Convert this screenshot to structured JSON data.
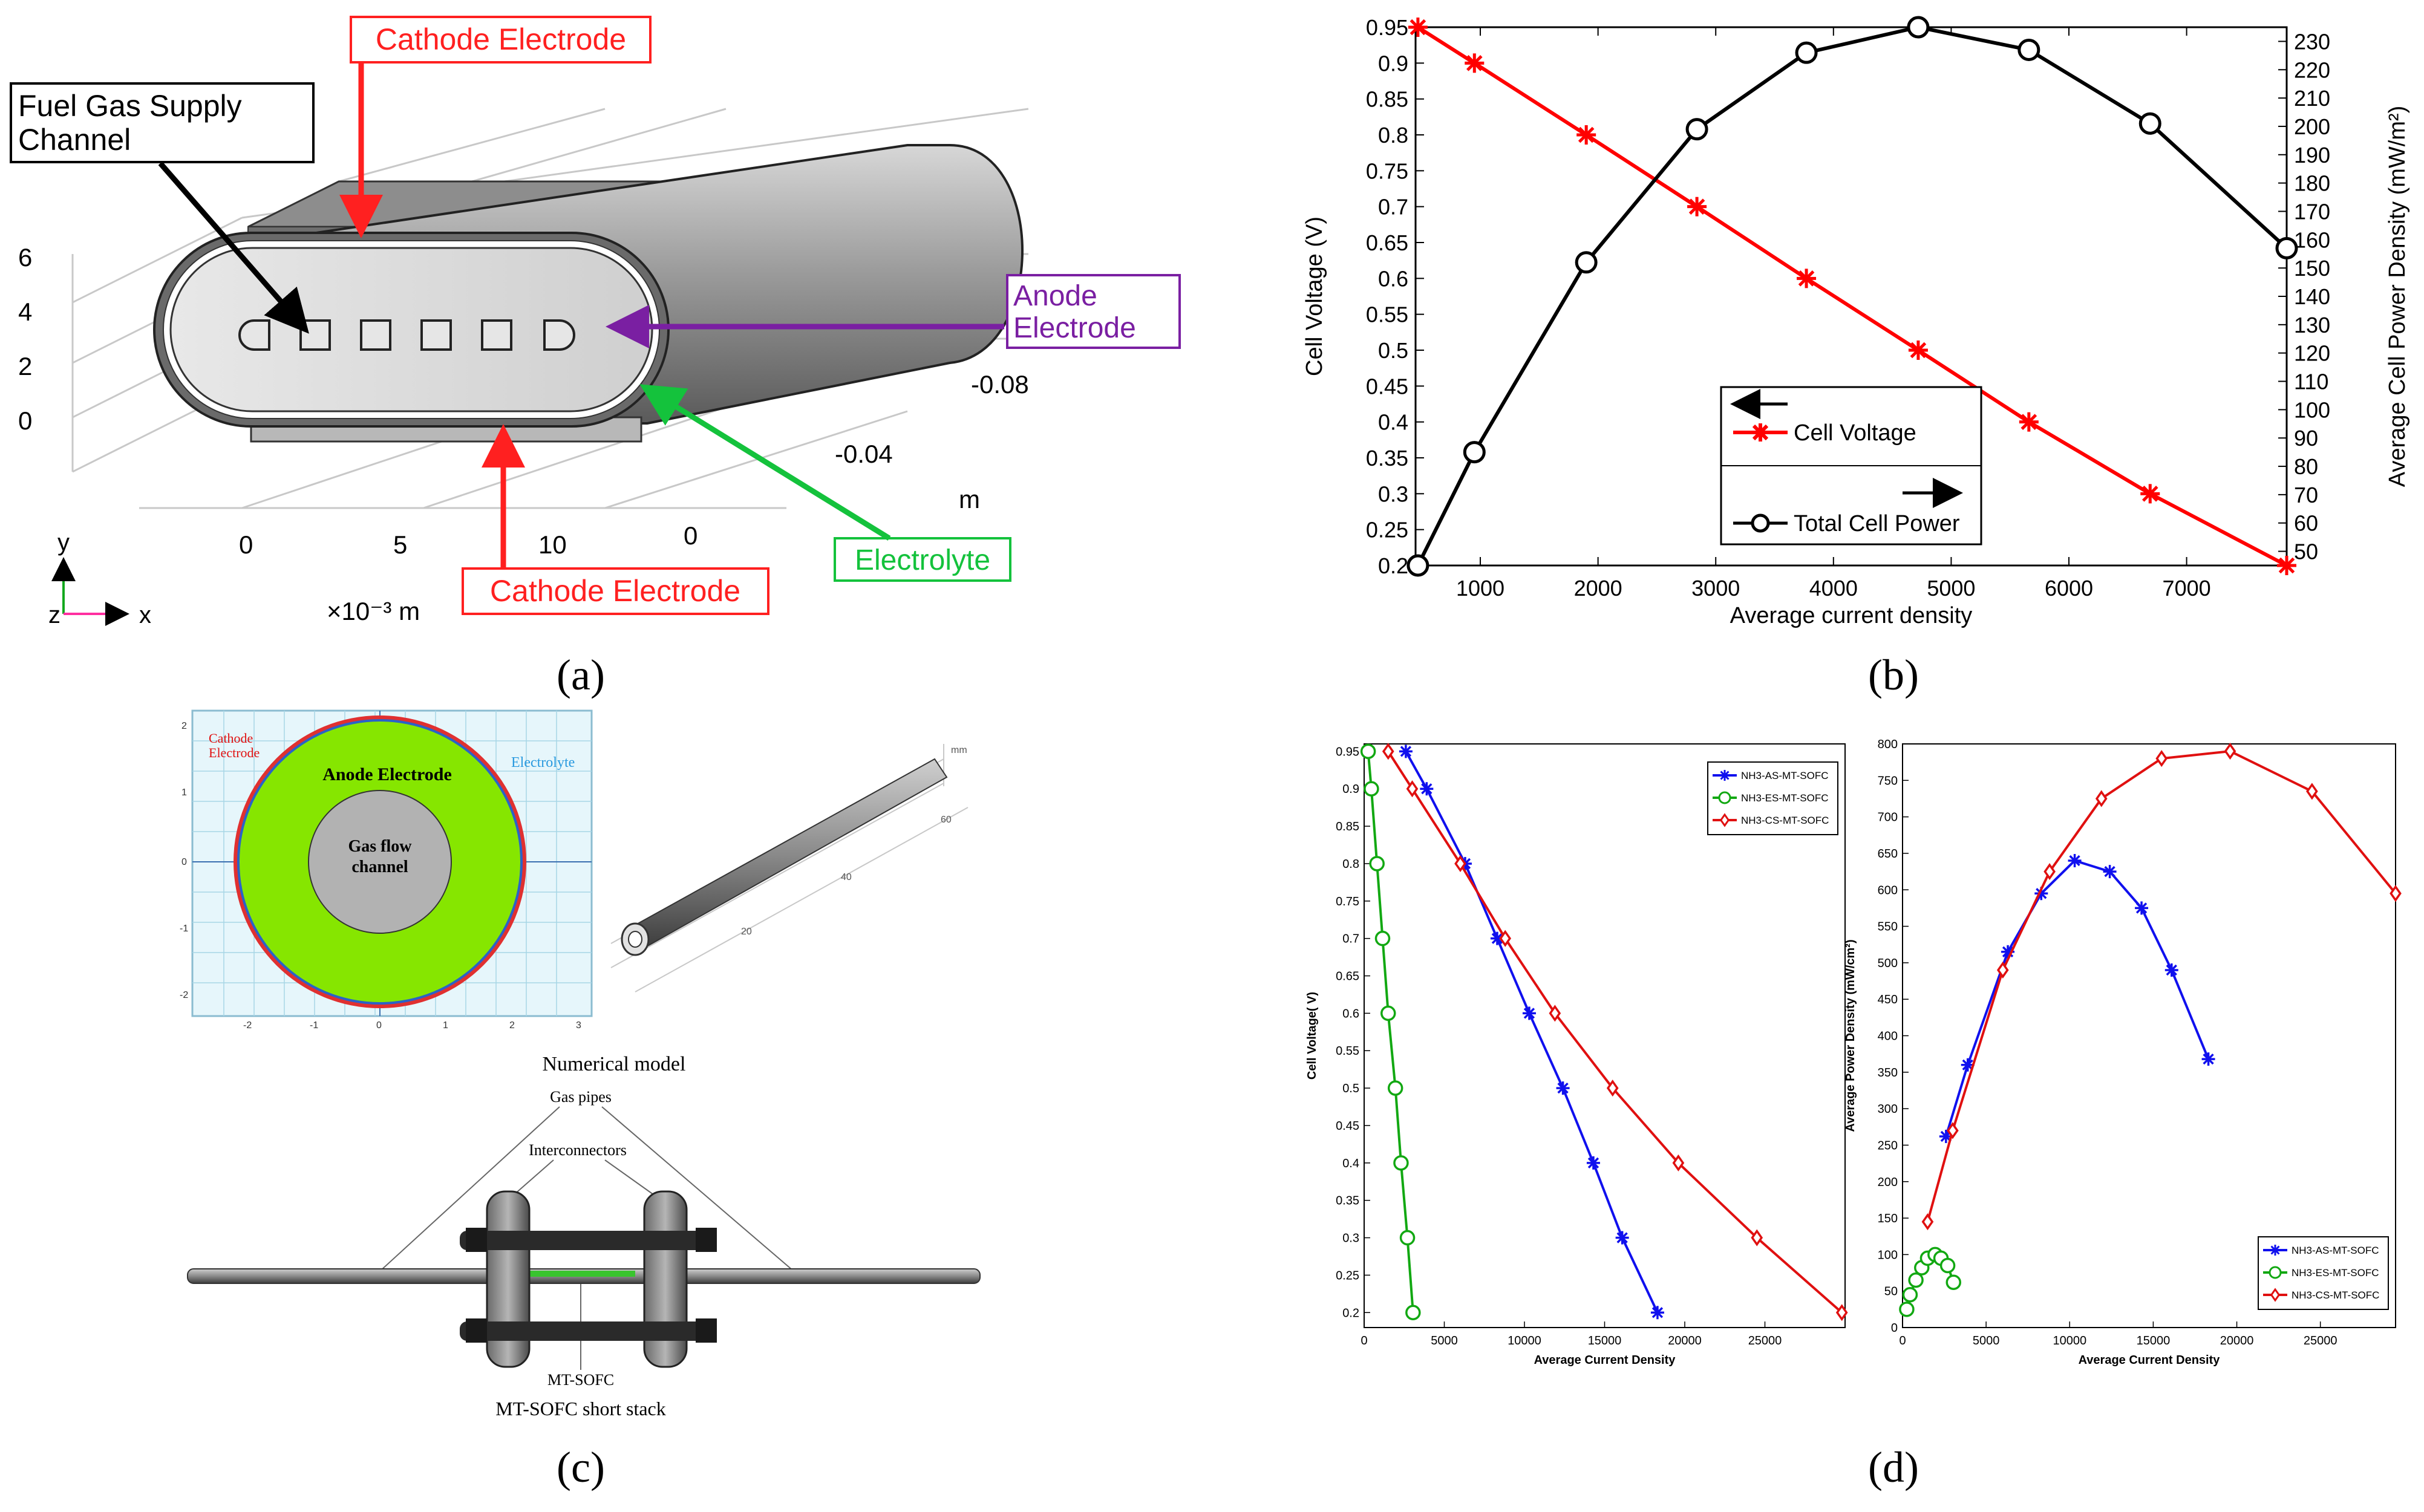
{
  "panel_a": {
    "caption": "(a)",
    "label_cathode_top": "Cathode Electrode",
    "label_fuel_line1": "Fuel Gas Supply",
    "label_fuel_line2": "Channel",
    "label_anode_line1": "Anode",
    "label_anode_line2": "Electrode",
    "label_electrolyte": "Electrolyte",
    "label_cathode_bottom": "Cathode Electrode",
    "z_ticks": [
      "6",
      "4",
      "2",
      "0"
    ],
    "x_ticks": [
      "0",
      "5",
      "10"
    ],
    "y_depth_ticks": [
      "0",
      "-0.04",
      "-0.08"
    ],
    "unit_m": "m",
    "unit_x": "×10⁻³ m",
    "axis_y": "y",
    "axis_z": "z",
    "axis_x": "x",
    "colors": {
      "cathode": "#ff2020",
      "anode": "#7a1fa2",
      "electrolyte": "#14c23c"
    }
  },
  "panel_b": {
    "caption": "(b)",
    "legend_voltage": "Cell Voltage",
    "legend_power": "Total Cell Power"
  },
  "panel_c": {
    "caption": "(c)",
    "cathode_line1": "Cathode",
    "cathode_line2": "Electrode",
    "anode_label": "Anode Electrode",
    "electrolyte_label": "Electrolyte",
    "gas_line1": "Gas flow",
    "gas_line2": "channel",
    "numerical_model": "Numerical model",
    "gas_pipes": "Gas pipes",
    "interconnectors": "Interconnectors",
    "mtsofc": "MT-SOFC",
    "short_stack": "MT-SOFC short stack",
    "xs_ticks": [
      "-2",
      "-1",
      "0",
      "1",
      "2",
      "3"
    ],
    "ys_ticks": [
      "2",
      "1",
      "0",
      "-1",
      "-2"
    ],
    "tube_ticks": [
      "20",
      "40",
      "60"
    ],
    "unit_mm": "mm"
  },
  "panel_d": {
    "caption": "(d)"
  },
  "chart_data": [
    {
      "type": "line",
      "panel": "b",
      "xlabel": "Average current density",
      "ylabel": "Cell Voltage (V)",
      "ylabel_right": "Average Cell Power Density (mW/m²)",
      "xlim": [
        450,
        7850
      ],
      "ylim": [
        0.2,
        0.95
      ],
      "ylim_right": [
        45,
        235
      ],
      "x_ticks": [
        1000,
        2000,
        3000,
        4000,
        5000,
        6000,
        7000
      ],
      "y_ticks": [
        "0.2",
        "0.25",
        "0.3",
        "0.35",
        "0.4",
        "0.45",
        "0.5",
        "0.55",
        "0.6",
        "0.65",
        "0.7",
        "0.75",
        "0.8",
        "0.85",
        "0.9",
        "0.95"
      ],
      "y_right_ticks": [
        "50",
        "60",
        "70",
        "80",
        "90",
        "100",
        "110",
        "120",
        "130",
        "140",
        "150",
        "160",
        "170",
        "180",
        "190",
        "200",
        "210",
        "220",
        "230"
      ],
      "legend": "center",
      "series": [
        {
          "name": "Cell Voltage",
          "axis": "left",
          "color": "#ff0000",
          "marker": "asterisk",
          "x": [
            470,
            950,
            1900,
            2840,
            3770,
            4720,
            5660,
            6690,
            7850
          ],
          "y": [
            0.95,
            0.9,
            0.8,
            0.7,
            0.6,
            0.5,
            0.4,
            0.3,
            0.2
          ]
        },
        {
          "name": "Total Cell Power",
          "axis": "right",
          "color": "#000000",
          "marker": "circle",
          "x": [
            470,
            950,
            1900,
            2840,
            3770,
            4720,
            5660,
            6690,
            7850
          ],
          "y": [
            45,
            85,
            152,
            199,
            226,
            235,
            227,
            201,
            157
          ]
        }
      ]
    },
    {
      "type": "line",
      "panel": "d-left",
      "xlabel": "Average Current Density",
      "ylabel": "Cell Voltage( V)",
      "xlim": [
        0,
        30000
      ],
      "ylim": [
        0.18,
        0.96
      ],
      "x_ticks": [
        0,
        5000,
        10000,
        15000,
        20000,
        25000
      ],
      "y_ticks": [
        "0.2",
        "0.25",
        "0.3",
        "0.35",
        "0.4",
        "0.45",
        "0.5",
        "0.55",
        "0.6",
        "0.65",
        "0.7",
        "0.75",
        "0.8",
        "0.85",
        "0.9",
        "0.95"
      ],
      "legend": "top-right",
      "series": [
        {
          "name": "NH3-AS-MT-SOFC",
          "color": "#1010ee",
          "marker": "asterisk",
          "x": [
            2600,
            3900,
            6300,
            8300,
            10300,
            12400,
            14300,
            16100,
            18300
          ],
          "y": [
            0.95,
            0.9,
            0.8,
            0.7,
            0.6,
            0.5,
            0.4,
            0.3,
            0.2
          ]
        },
        {
          "name": "NH3-ES-MT-SOFC",
          "color": "#12a812",
          "marker": "circle",
          "x": [
            250,
            450,
            800,
            1150,
            1500,
            1950,
            2300,
            2700,
            3050
          ],
          "y": [
            0.95,
            0.9,
            0.8,
            0.7,
            0.6,
            0.5,
            0.4,
            0.3,
            0.2
          ]
        },
        {
          "name": "NH3-CS-MT-SOFC",
          "color": "#e01010",
          "marker": "diamond",
          "x": [
            1500,
            3000,
            6000,
            8800,
            11900,
            15500,
            19600,
            24500,
            29800
          ],
          "y": [
            0.95,
            0.9,
            0.8,
            0.7,
            0.6,
            0.5,
            0.4,
            0.3,
            0.2
          ]
        }
      ]
    },
    {
      "type": "line",
      "panel": "d-right",
      "xlabel": "Average Current Density",
      "ylabel": "Average Power Density (mW/cm²)",
      "xlim": [
        0,
        29500
      ],
      "ylim": [
        0,
        800
      ],
      "x_ticks": [
        0,
        5000,
        10000,
        15000,
        20000,
        25000
      ],
      "y_ticks": [
        "0",
        "50",
        "100",
        "150",
        "200",
        "250",
        "300",
        "350",
        "400",
        "450",
        "500",
        "550",
        "600",
        "650",
        "700",
        "750",
        "800"
      ],
      "legend": "bottom-right",
      "series": [
        {
          "name": "NH3-AS-MT-SOFC",
          "color": "#1010ee",
          "marker": "asterisk",
          "x": [
            2600,
            3900,
            6300,
            8300,
            10300,
            12400,
            14300,
            16100,
            18300
          ],
          "y": [
            262,
            360,
            515,
            595,
            640,
            625,
            575,
            490,
            368
          ]
        },
        {
          "name": "NH3-ES-MT-SOFC",
          "color": "#12a812",
          "marker": "circle",
          "x": [
            250,
            450,
            800,
            1150,
            1500,
            1950,
            2300,
            2700,
            3050
          ],
          "y": [
            25,
            45,
            65,
            82,
            95,
            100,
            95,
            85,
            62
          ]
        },
        {
          "name": "NH3-CS-MT-SOFC",
          "color": "#e01010",
          "marker": "diamond",
          "x": [
            1500,
            3000,
            6000,
            8800,
            11900,
            15500,
            19600,
            24500,
            29500
          ],
          "y": [
            145,
            270,
            490,
            625,
            725,
            780,
            790,
            735,
            595
          ]
        }
      ]
    }
  ]
}
